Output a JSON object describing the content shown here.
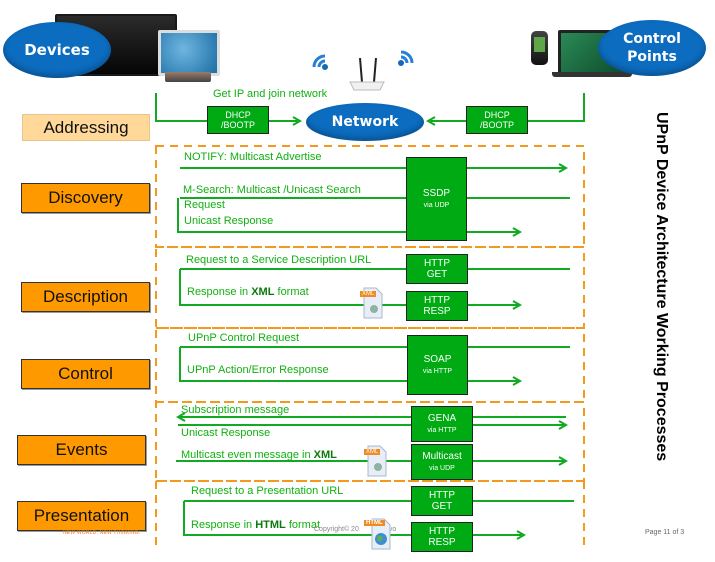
{
  "title": "UPnP Device  Architecture Working Processes",
  "page_indicator": "Page 11 of 3",
  "tagline": "NEW WORLD. NEW THINKING.",
  "copyright": "Copyright© 20",
  "copyright_tail": "vo",
  "colors": {
    "stage_fill": "#ff9900",
    "addressing_fill": "#ffd89a",
    "protocol_fill": "#00aa12",
    "message_line": "#11aa22",
    "dashed_border": "#f39a1e",
    "ellipse_fill": "#0c6cbf"
  },
  "header": {
    "devices_label": "Devices",
    "control_points_line1": "Control",
    "control_points_line2": "Points",
    "network_label": "Network",
    "get_ip_label": "Get IP and join network",
    "dhcp_left": {
      "line1": "DHCP",
      "line2": "/BOOTP"
    },
    "dhcp_right": {
      "line1": "DHCP",
      "line2": "/BOOTP"
    },
    "icons": [
      "tv-icon",
      "desktop-computer-icon",
      "wifi-icon",
      "router-icon",
      "smartphone-icon",
      "laptop-icon"
    ]
  },
  "stages": [
    {
      "label": "Addressing"
    },
    {
      "label": "Discovery"
    },
    {
      "label": "Description"
    },
    {
      "label": "Control"
    },
    {
      "label": "Events"
    },
    {
      "label": "Presentation"
    }
  ],
  "discovery": {
    "notify": "NOTIFY: Multicast Advertise",
    "msearch": "M-Search: Multicast /Unicast Search",
    "request": "Request",
    "unicast_response": "Unicast Response",
    "protocol": {
      "main": "SSDP",
      "sub": "via UDP"
    }
  },
  "description": {
    "request": "Request to a Service Description URL",
    "response_pre": "Response in ",
    "response_bold": "XML",
    "response_post": " format",
    "get_box": {
      "line1": "HTTP",
      "line2": "GET"
    },
    "resp_box": {
      "line1": "HTTP",
      "line2": "RESP"
    },
    "doc_icon_label": "XML"
  },
  "control": {
    "request": "UPnP Control Request",
    "response": "UPnP Action/Error Response",
    "protocol": {
      "main": "SOAP",
      "sub": "via HTTP"
    }
  },
  "events": {
    "subscription": "Subscription message",
    "unicast_response": "Unicast Response",
    "multicast_pre": "Multicast even message in ",
    "multicast_bold": "XML",
    "gena_box": {
      "main": "GENA",
      "sub": "via HTTP"
    },
    "multicast_box": {
      "main": "Multicast",
      "sub": "via UDP"
    },
    "doc_icon_label": "XML"
  },
  "presentation": {
    "request": "Request to a Presentation URL",
    "response_pre": "Response in ",
    "response_bold": "HTML",
    "response_post": " format",
    "get_box": {
      "line1": "HTTP",
      "line2": "GET"
    },
    "resp_box": {
      "line1": "HTTP",
      "line2": "RESP"
    },
    "doc_icon_label": "HTML"
  }
}
